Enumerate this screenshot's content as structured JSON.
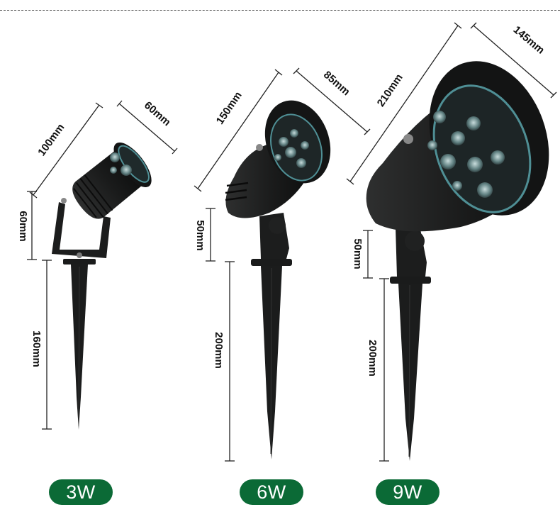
{
  "colors": {
    "badge_bg": "#0b6a36",
    "product_body": "#1b1c1c",
    "led_glow": "#5fa8a8",
    "dimension_line": "#222222"
  },
  "products": [
    {
      "power": "3W",
      "dimensions": {
        "lamp_length": "100mm",
        "lamp_diameter": "60mm",
        "bracket_height": "60mm",
        "spike_length": "160mm"
      },
      "led_count": 3
    },
    {
      "power": "6W",
      "dimensions": {
        "lamp_length": "150mm",
        "lamp_diameter": "85mm",
        "bracket_height": "50mm",
        "spike_length": "200mm"
      },
      "led_count": 6
    },
    {
      "power": "9W",
      "dimensions": {
        "lamp_length": "210mm",
        "lamp_diameter": "145mm",
        "bracket_height": "50mm",
        "spike_length": "200mm"
      },
      "led_count": 9
    }
  ]
}
